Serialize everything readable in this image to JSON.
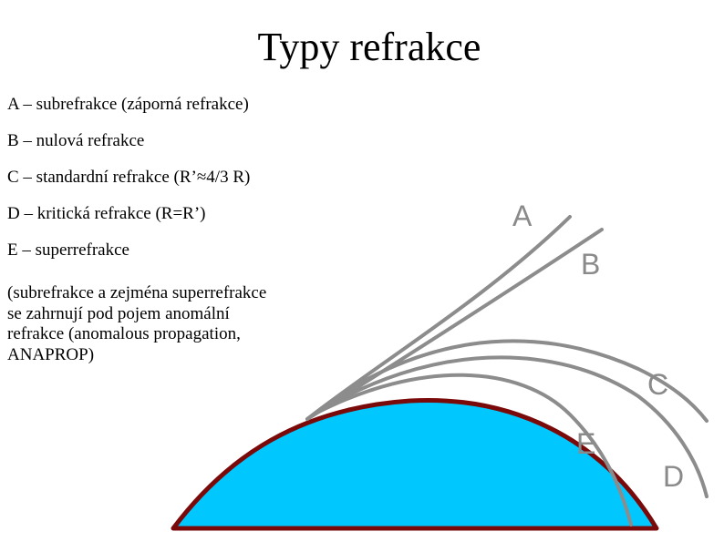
{
  "title": "Typy refrakce",
  "items": [
    "A – subrefrakce (záporná refrakce)",
    "B – nulová refrakce",
    "C – standardní refrakce (R’≈4/3 R)",
    "D – kritická refrakce (R=R’)",
    "E – superrefrakce"
  ],
  "note": "(subrefrakce a zejména superrefrakce se zahrnují pod pojem anomální refrakce (anomalous propagation, ANAPROP)",
  "diagram": {
    "labels": {
      "A": "A",
      "B": "B",
      "C": "C",
      "D": "D",
      "E": "E"
    },
    "colors": {
      "earth": "#00c8ff",
      "earth_outline": "#7a0a0a",
      "rays": "#8c8c8c"
    }
  }
}
